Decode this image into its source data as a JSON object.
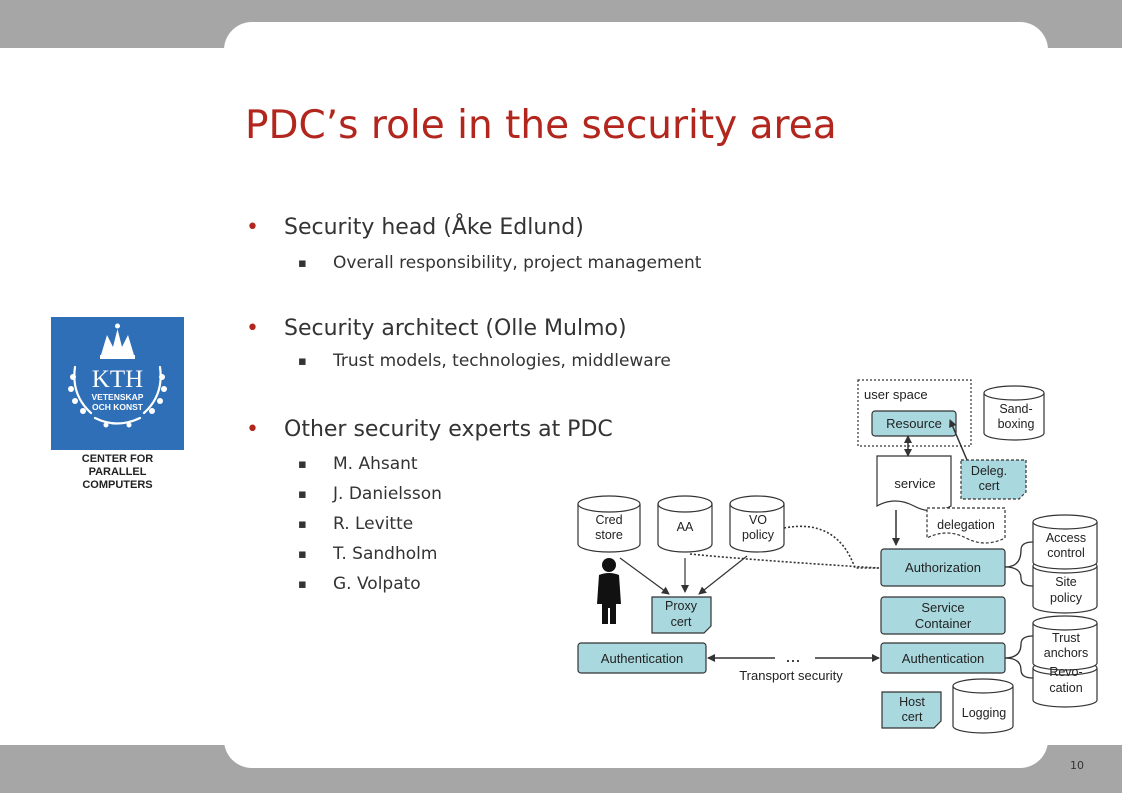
{
  "slide": {
    "title": "PDC’s role in the security area",
    "page_number": "10",
    "bullet_char": "•",
    "sub_bullet_char": "▪"
  },
  "bullets": [
    {
      "text": "Security head (Åke Edlund)",
      "subs": [
        "Overall responsibility, project management"
      ]
    },
    {
      "text": "Security architect (Olle Mulmo)",
      "subs": [
        "Trust models, technologies, middleware"
      ]
    },
    {
      "text": "Other security experts at PDC",
      "subs": [
        "M. Ahsant",
        "J. Danielsson",
        "R. Levitte",
        "T. Sandholm",
        "G. Volpato"
      ]
    }
  ],
  "logo": {
    "wordmark": "KTH",
    "line1": "VETENSKAP",
    "line2": "OCH KONST",
    "caption_lines": [
      "CENTER FOR",
      "PARALLEL",
      "COMPUTERS"
    ],
    "color": "#2e6fb7"
  },
  "diagram": {
    "user_space_label": "user space",
    "resource": "Resource",
    "sandboxing": [
      "Sand-",
      "boxing"
    ],
    "service": "service",
    "deleg_cert": [
      "Deleg.",
      "cert"
    ],
    "delegation": "delegation",
    "cred_store": [
      "Cred",
      "store"
    ],
    "aa": "AA",
    "vo_policy": [
      "VO",
      "policy"
    ],
    "proxy_cert": [
      "Proxy",
      "cert"
    ],
    "authentication_left": "Authentication",
    "authorization": "Authorization",
    "service_container": [
      "Service",
      "Container"
    ],
    "authentication_right": "Authentication",
    "ellipsis": "...",
    "transport_security": "Transport security",
    "host_cert": [
      "Host",
      "cert"
    ],
    "logging": "Logging",
    "access_control": [
      "Access",
      "control"
    ],
    "site_policy": [
      "Site",
      "policy"
    ],
    "trust_anchors": [
      "Trust",
      "anchors"
    ],
    "revocation": [
      "Revo-",
      "cation"
    ],
    "box_fill": "#a9d9df",
    "stroke": "#333333"
  }
}
